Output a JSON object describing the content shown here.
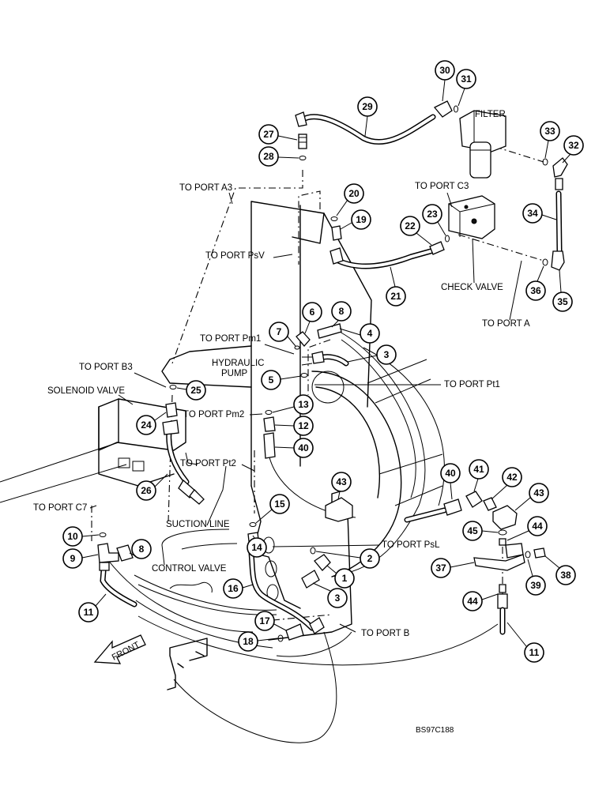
{
  "labels": {
    "filter": "FILTER",
    "to_port_a3": "TO PORT A3",
    "to_port_c3": "TO PORT C3",
    "to_port_psv": "TO PORT PsV",
    "check_valve": "CHECK VALVE",
    "to_port_a": "TO PORT A",
    "to_port_pm1": "TO PORT Pm1",
    "hydraulic_pump": "HYDRAULIC\nPUMP",
    "to_port_pt1": "TO PORT Pt1",
    "to_port_b3": "TO PORT B3",
    "solenoid_valve": "SOLENOID VALVE",
    "to_port_pm2": "TO PORT Pm2",
    "to_port_pt2": "TO PORT Pt2",
    "to_port_c7": "TO PORT C7",
    "suction_line": "SUCTION LINE",
    "to_port_psl": "TO PORT PsL",
    "control_valve": "CONTROL VALVE",
    "to_port_b": "TO PORT B",
    "front": "FRONT",
    "drawing_code": "BS97C188"
  },
  "callouts": [
    "30",
    "31",
    "29",
    "27",
    "28",
    "33",
    "32",
    "20",
    "19",
    "22",
    "23",
    "34",
    "21",
    "36",
    "35",
    "6",
    "8",
    "7",
    "4",
    "3",
    "5",
    "25",
    "24",
    "13",
    "12",
    "40",
    "26",
    "43",
    "15",
    "40",
    "41",
    "42",
    "43",
    "10",
    "45",
    "44",
    "9",
    "8",
    "14",
    "2",
    "1",
    "37",
    "38",
    "39",
    "16",
    "3",
    "11",
    "17",
    "18",
    "44",
    "11"
  ]
}
